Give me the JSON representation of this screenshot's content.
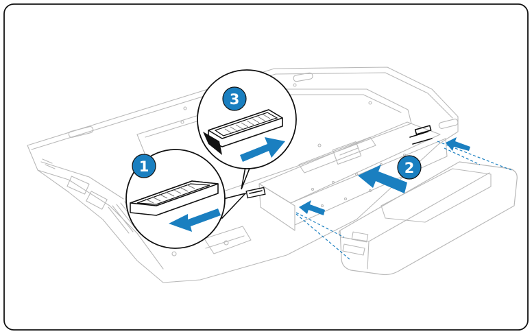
{
  "steps": [
    {
      "number": "1"
    },
    {
      "number": "2"
    },
    {
      "number": "3"
    }
  ],
  "icons": {
    "lock-switch": "lock-switch-icon",
    "arrow": "arrow-icon",
    "step-badge": "step-badge-icon"
  },
  "colors": {
    "frame": "#111111",
    "accent": "#1a7fc0",
    "line": "#b9b9b9"
  }
}
